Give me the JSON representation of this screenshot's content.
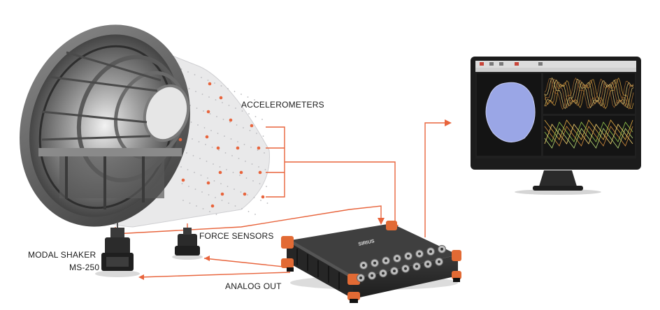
{
  "labels": {
    "accelerometers": "ACCELEROMETERS",
    "force_sensors": "FORCE SENSORS",
    "modal_shaker_line1": "MODAL SHAKER",
    "modal_shaker_line2": "MS-250",
    "analog_out": "ANALOG OUT"
  },
  "device": {
    "brand": "SIRIUS"
  },
  "colors": {
    "accent": "#e8643c",
    "device_body": "#2b2b2b",
    "device_bumper": "#e26a34",
    "monitor_frame": "#1c1c1c",
    "screen_bg": "#202020",
    "mode_shape": "#9aa6e6",
    "structure": "#6e6e6e",
    "sensor_dot": "#e8643c"
  },
  "icons": {
    "monitor": "monitor-icon",
    "daq": "daq-device-icon",
    "shaker": "shaker-icon",
    "sensor": "sensor-icon"
  }
}
